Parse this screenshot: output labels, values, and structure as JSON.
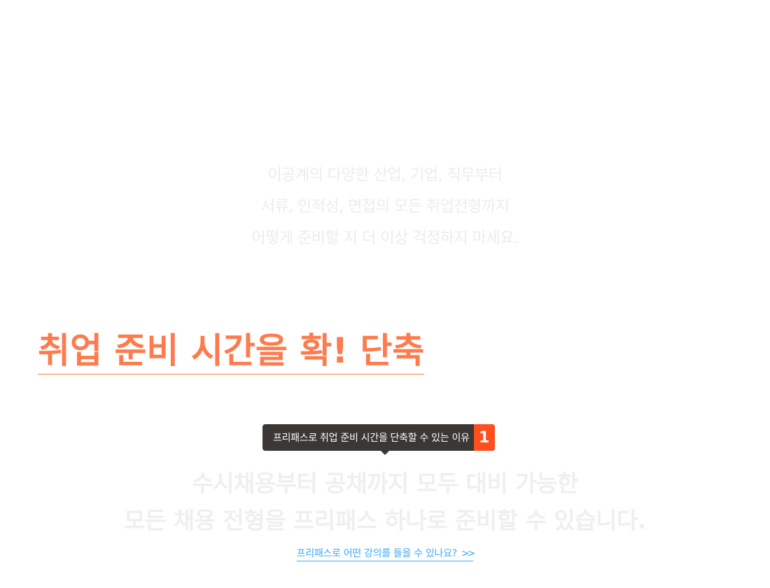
{
  "intro": {
    "lines": [
      "이공계의 다양한 산업, 기업, 직무부터",
      "서류, 인적성, 면접의 모든 취업전형까지",
      "어떻게 준비할 지 더 이상 걱정하지 마세요."
    ]
  },
  "headline": "취업 준비 시간을 확! 단축",
  "tooltip": {
    "text": "프리패스로 취업 준비 시간을 단축할 수 있는 이유",
    "number": "1"
  },
  "big_copy": {
    "lines": [
      "수시채용부터 공채까지 모두 대비 가능한",
      "모든 채용 전형을 프리패스 하나로 준비할 수 있습니다."
    ]
  },
  "link": {
    "label": "프리패스로 어떤 강의를 들을 수 있나요?",
    "icon": "double-chevron-right-icon"
  },
  "colors": {
    "accent": "#ff7a4c",
    "badge": "#ff4f1f",
    "tooltip_bg": "#3a3735",
    "link": "#3fa9f5"
  }
}
